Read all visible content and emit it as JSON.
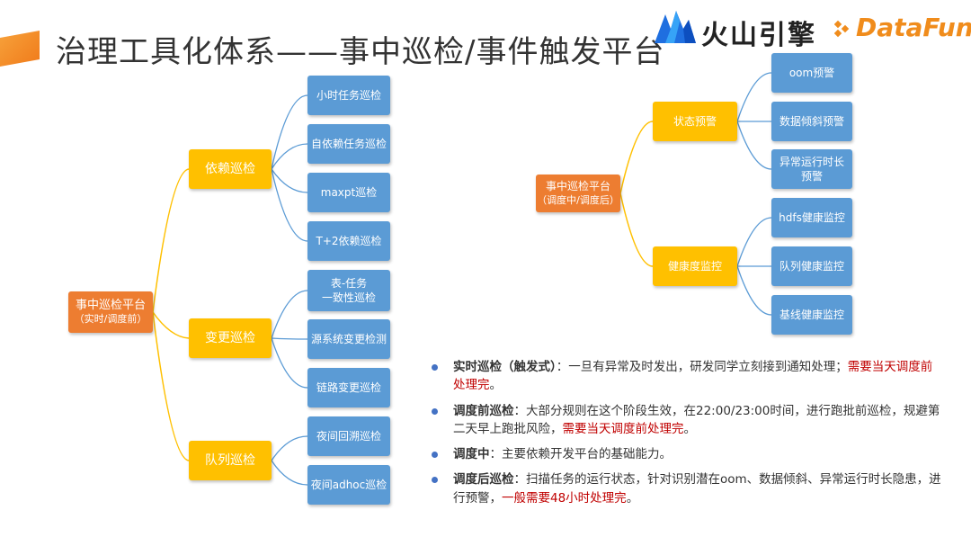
{
  "title": "治理工具化体系——事中巡检/事件触发平台",
  "logos": {
    "volcano_text": "火山引擎",
    "datafun_text": "DataFun."
  },
  "colors": {
    "blue": "#5b9bd5",
    "yellow": "#ffc000",
    "orange": "#ed7d31",
    "line_blue": "#5b9bd5",
    "line_yellow": "#ffc000",
    "red_text": "#c00000",
    "bullet": "#4472c4"
  },
  "left_tree": {
    "root": {
      "line1": "事中巡检平台",
      "line2": "（实时/调度前）"
    },
    "groups": [
      {
        "label": "依赖巡检",
        "children": [
          "小时任务巡检",
          "自依赖任务巡检",
          "maxpt巡检",
          "T+2依赖巡检"
        ]
      },
      {
        "label": "变更巡检",
        "children": [
          "表-任务\n一致性巡检",
          "源系统变更检测",
          "链路变更巡检"
        ]
      },
      {
        "label": "队列巡检",
        "children": [
          "夜间回溯巡检",
          "夜间adhoc巡检"
        ]
      }
    ]
  },
  "right_tree": {
    "root": {
      "line1": "事中巡检平台",
      "line2": "（调度中/调度后）"
    },
    "groups": [
      {
        "label": "状态预警",
        "children": [
          "oom预警",
          "数据倾斜预警",
          "异常运行时长预警"
        ]
      },
      {
        "label": "健康度监控",
        "children": [
          "hdfs健康监控",
          "队列健康监控",
          "基线健康监控"
        ]
      }
    ]
  },
  "notes": [
    {
      "bold": "实时巡检（触发式）",
      "text": "：一旦有异常及时发出，研发同学立刻接到通知处理；",
      "red": "需要当天调度前处理完",
      "tail": "。"
    },
    {
      "bold": "调度前巡检",
      "text": "：大部分规则在这个阶段生效，在22:00/23:00时间，进行跑批前巡检，规避第二天早上跑批风险，",
      "red": "需要当天调度前处理完",
      "tail": "。"
    },
    {
      "bold": "调度中",
      "text": "：主要依赖开发平台的基础能力。",
      "red": "",
      "tail": ""
    },
    {
      "bold": "调度后巡检",
      "text": "：扫描任务的运行状态，针对识别潜在oom、数据倾斜、异常运行时长隐患，进行预警，",
      "red": "一般需要48小时处理完",
      "tail": "。"
    }
  ]
}
